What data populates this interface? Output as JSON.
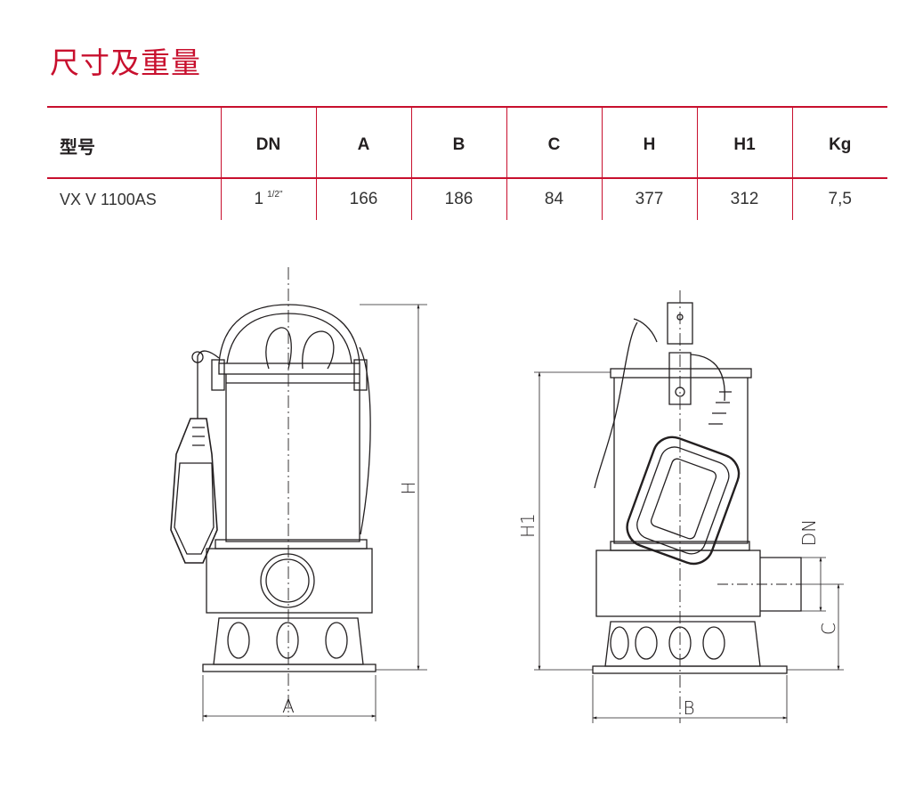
{
  "title": "尺寸及重量",
  "table": {
    "headers": [
      "型号",
      "DN",
      "A",
      "B",
      "C",
      "H",
      "H1",
      "Kg"
    ],
    "row": {
      "model": "VX V 1100AS",
      "dn_main": "1",
      "dn_sup": "1/2\"",
      "a": "166",
      "b": "186",
      "c": "84",
      "h": "377",
      "h1": "312",
      "kg": "7,5"
    }
  },
  "drawing_labels": {
    "a": "A",
    "b": "B",
    "c": "C",
    "h": "H",
    "h1": "H1",
    "dn": "DN"
  },
  "colors": {
    "accent": "#c8102e",
    "line": "#231f20"
  }
}
